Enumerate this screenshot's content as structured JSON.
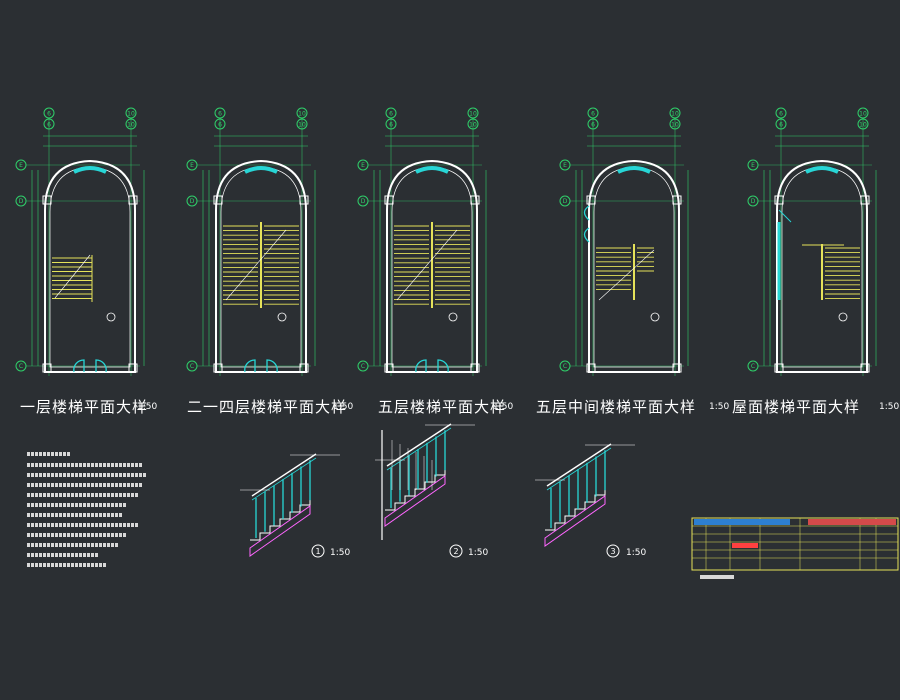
{
  "titles": [
    {
      "text": "一层楼梯平面大样",
      "scale": "1:50"
    },
    {
      "text": "二一四层楼梯平面大样",
      "scale": "1:50"
    },
    {
      "text": "五层楼梯平面大样",
      "scale": "1:50"
    },
    {
      "text": "五层中间楼梯平面大样",
      "scale": "1:50"
    },
    {
      "text": "屋面楼梯平面大样",
      "scale": "1:50"
    }
  ],
  "grid_labels": {
    "top_left": "6",
    "top_right": "10",
    "side_top": "E",
    "side_mid": "D",
    "side_bottom": "C"
  },
  "details": [
    {
      "number": "1",
      "scale": "1:50"
    },
    {
      "number": "2",
      "scale": "1:50"
    },
    {
      "number": "3",
      "scale": "1:50"
    }
  ],
  "colors": {
    "background": "#2b2f33",
    "line": "#ffffff",
    "grid": "#2fd06a",
    "stair": "#e5e25a",
    "wall": "#ff66ff",
    "rail": "#27d6d6",
    "accent": "#ff4040"
  }
}
